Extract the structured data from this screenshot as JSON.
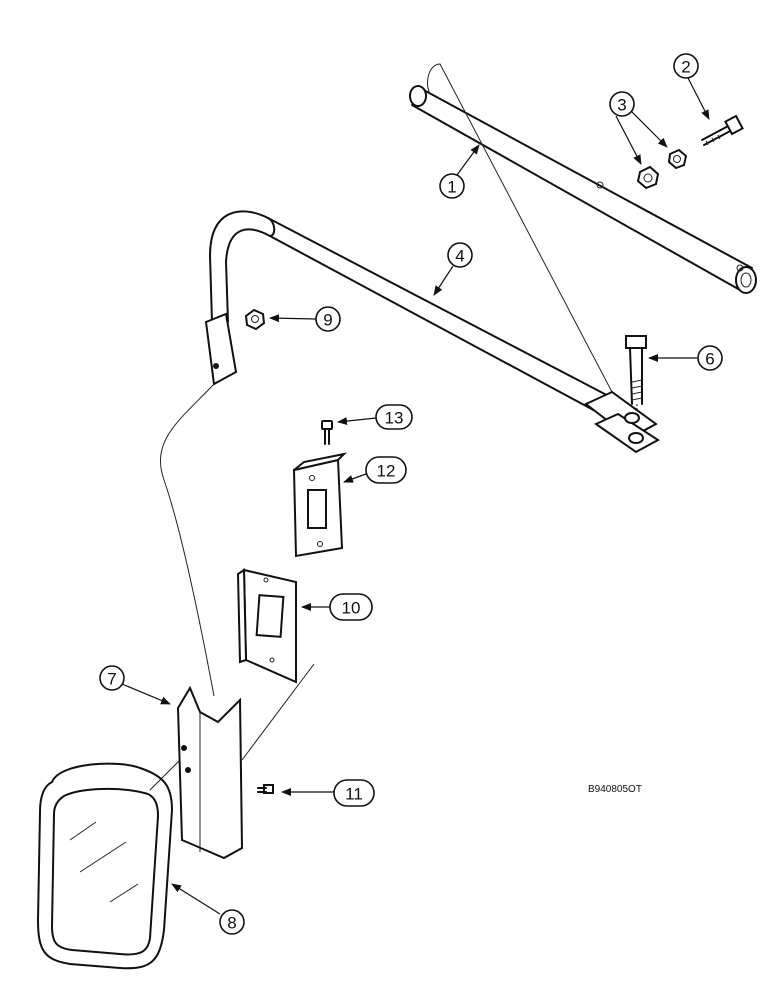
{
  "callouts": {
    "c1": "1",
    "c2": "2",
    "c3": "3",
    "c4": "4",
    "c6": "6",
    "c7": "7",
    "c8": "8",
    "c9": "9",
    "c10": "10",
    "c11": "11",
    "c12": "12",
    "c13": "13"
  },
  "figure_code": "B940805OT"
}
